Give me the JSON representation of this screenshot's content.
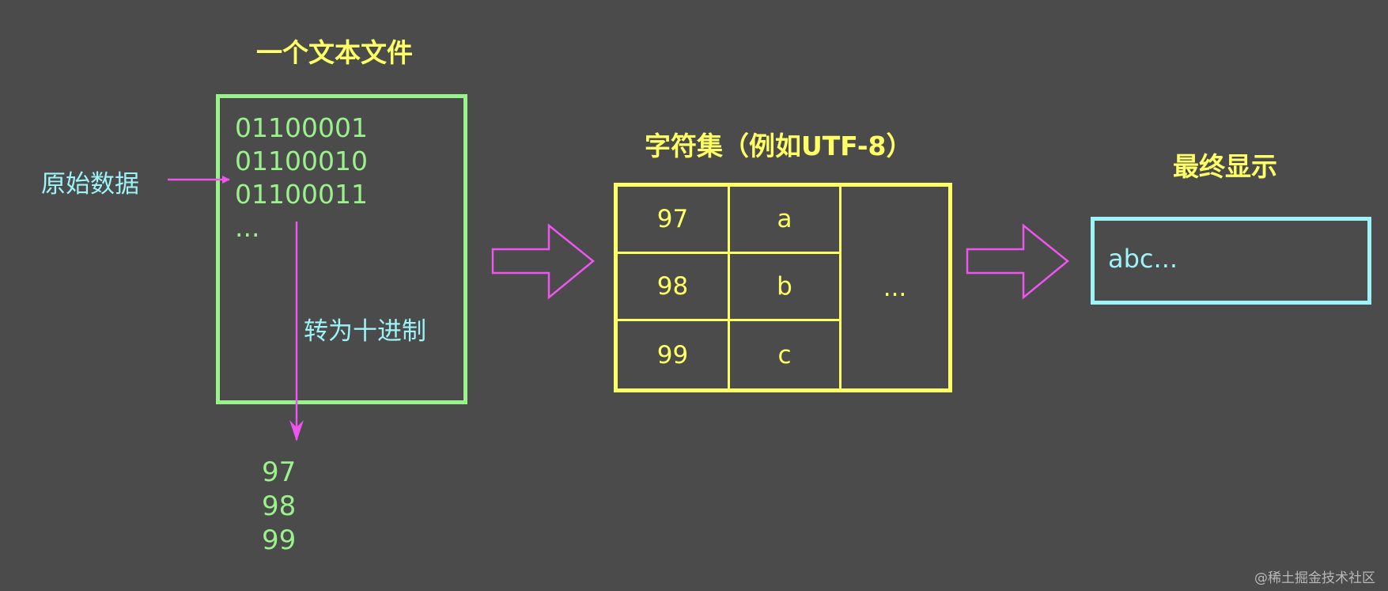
{
  "file": {
    "title": "一个文本文件",
    "binary_lines": [
      "01100001",
      "01100010",
      "01100011",
      "..."
    ]
  },
  "raw_data_label": "原始数据",
  "convert_label": "转为十进制",
  "decimal_values": [
    "97",
    "98",
    "99"
  ],
  "charset": {
    "title": "字符集（例如UTF-8）",
    "rows": [
      {
        "code": "97",
        "char": "a"
      },
      {
        "code": "98",
        "char": "b"
      },
      {
        "code": "99",
        "char": "c"
      }
    ],
    "more": "..."
  },
  "display": {
    "title": "最终显示",
    "text": "abc..."
  },
  "watermark": "@稀土掘金技术社区",
  "colors": {
    "background": "#4b4b4b",
    "file_box": "#99f28a",
    "charset": "#ffff66",
    "display_box": "#9df4f8",
    "arrow": "#ee55ee"
  }
}
